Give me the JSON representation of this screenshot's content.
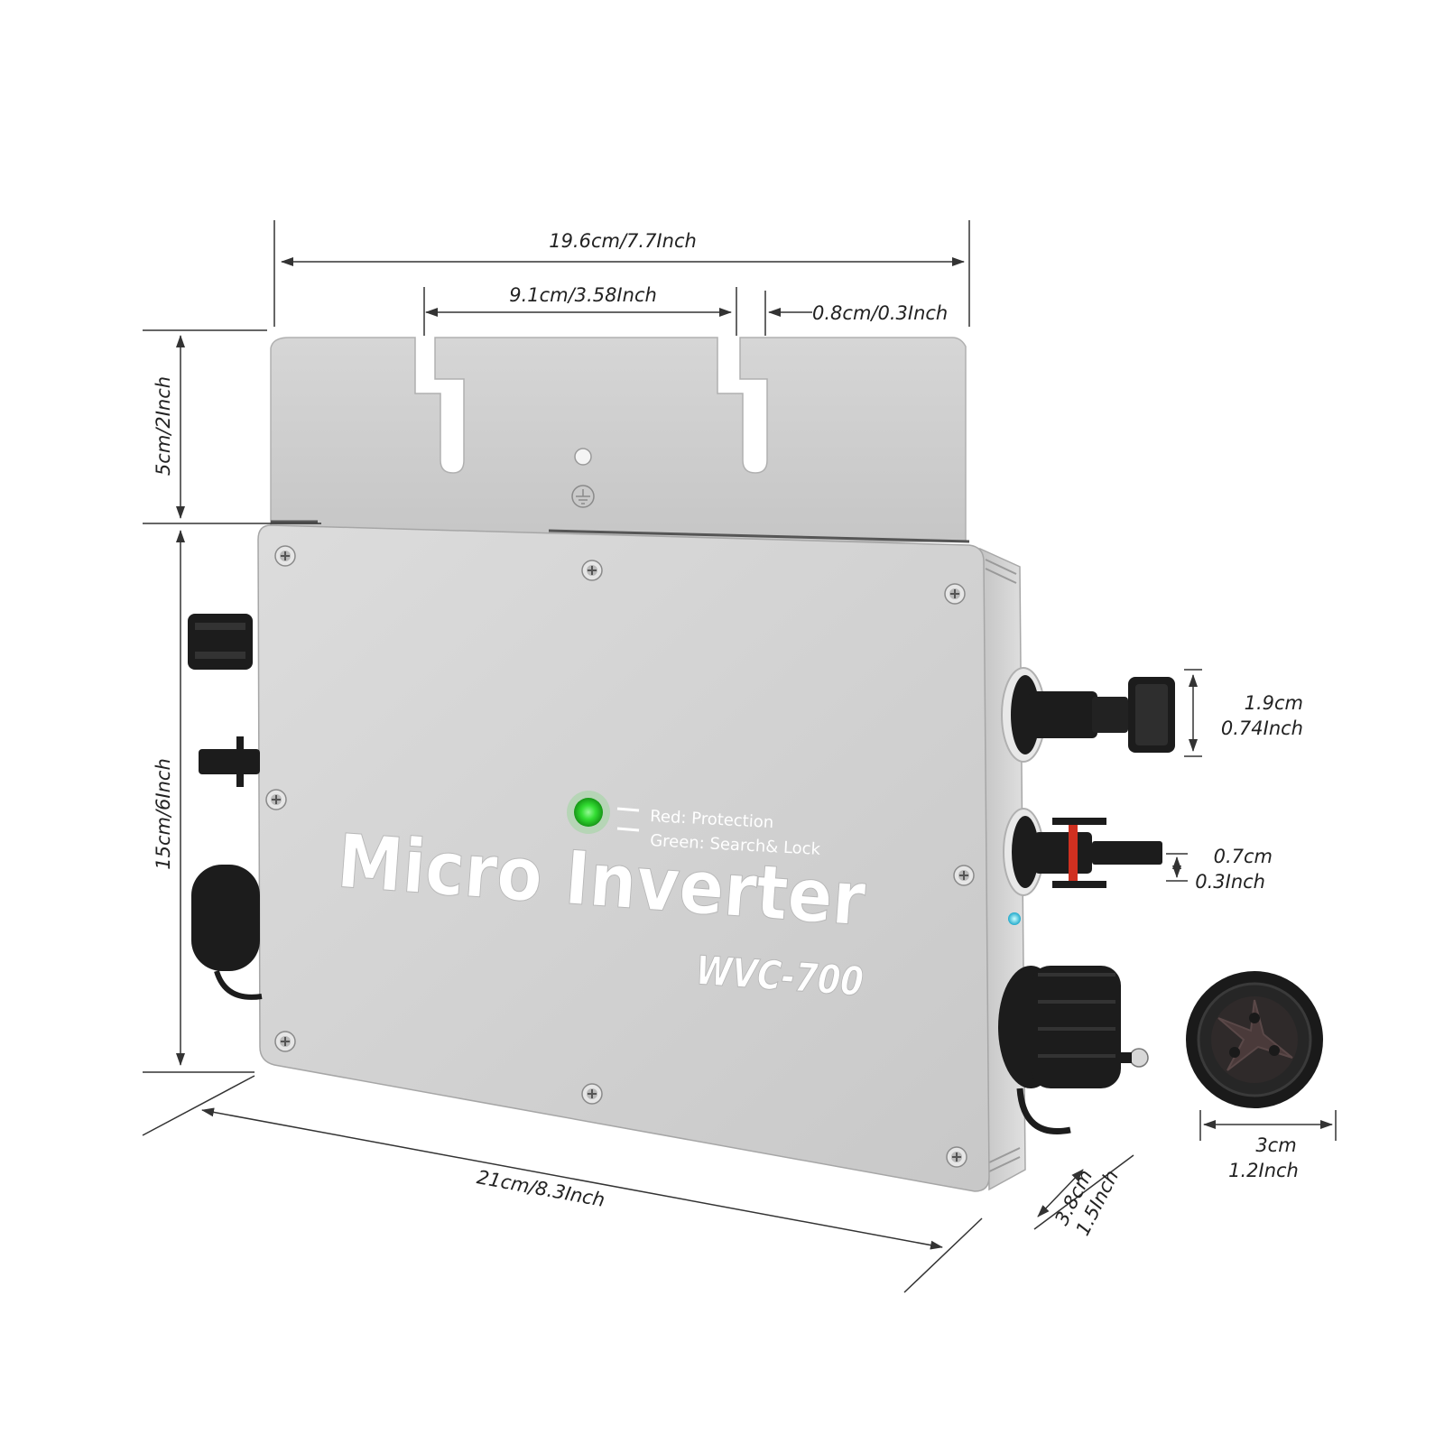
{
  "product": {
    "name": "Micro Inverter",
    "model": "WVC-700",
    "led_legend": [
      "Red: Protection",
      "Green: Search& Lock"
    ]
  },
  "dimensions": {
    "bracket_width": "19.6cm/7.7Inch",
    "slot_spacing": "9.1cm/3.58Inch",
    "slot_width": "0.8cm/0.3Inch",
    "bracket_height": "5cm/2Inch",
    "body_height": "15cm/6Inch",
    "body_length": "21cm/8.3Inch",
    "depth_cm": "3.8cm",
    "depth_inch": "1.5Inch",
    "connector_large_cm": "1.9cm",
    "connector_large_inch": "0.74Inch",
    "connector_small_cm": "0.7cm",
    "connector_small_inch": "0.3Inch",
    "ac_plug_cm": "3cm",
    "ac_plug_inch": "1.2Inch"
  },
  "colors": {
    "body": "#d4d4d4",
    "bracket": "#cfcfcf",
    "led_green": "#33dd33",
    "led_blue": "#33ccee",
    "connector": "#1a1a1a",
    "dimension_line": "#333333"
  }
}
